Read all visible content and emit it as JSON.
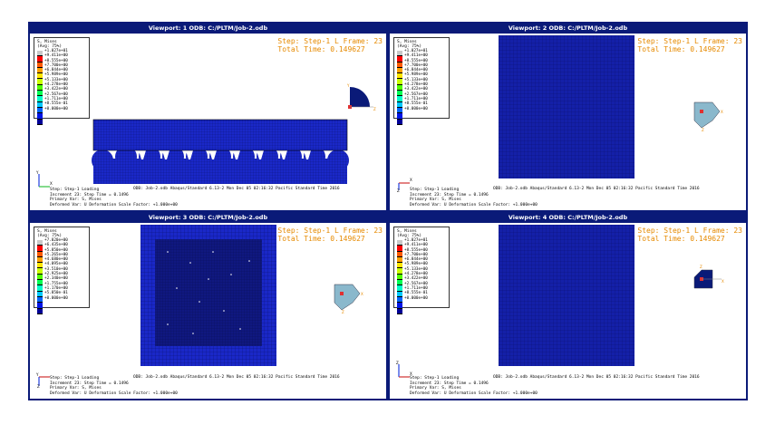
{
  "viewports": [
    {
      "title": "Viewport: 1    ODB: C:/PLTM/Job-2.odb",
      "step_line": "Step: Step-1 L Frame: 23",
      "time_line": "Total Time: 0.149627",
      "legend_title": [
        "S, Mises",
        "(Avg: 75%)"
      ],
      "legend_values": [
        "+1.027e+01",
        "+9.411e+00",
        "+8.555e+00",
        "+7.700e+00",
        "+6.844e+00",
        "+5.989e+00",
        "+5.133e+00",
        "+4.278e+00",
        "+3.422e+00",
        "+2.567e+00",
        "+1.711e+00",
        "+8.555e-01",
        "+0.000e+00"
      ],
      "odb_line": "ODB: Job-2.odb    Abaqus/Standard 6.13-2    Mon Dec 05 02:16:32 Pacific Standard Time 2016",
      "footer_lines": [
        "Step: Step-1 Loading",
        "Increment    23: Step Time =    0.1496",
        "Primary Var: S, Mises",
        "Deformed Var: U   Deformation Scale Factor: +1.000e+00"
      ],
      "triad_axes": [
        "Y",
        "Z",
        "X"
      ],
      "orient_axes": [
        "Y",
        "Z"
      ]
    },
    {
      "title": "Viewport: 2    ODB: C:/PLTM/Job-2.odb",
      "step_line": "Step: Step-1 L Frame: 23",
      "time_line": "Total Time: 0.149627",
      "legend_title": [
        "S, Mises",
        "(Avg: 75%)"
      ],
      "legend_values": [
        "+1.027e+01",
        "+9.411e+00",
        "+8.555e+00",
        "+7.700e+00",
        "+6.844e+00",
        "+5.989e+00",
        "+5.133e+00",
        "+4.278e+00",
        "+3.422e+00",
        "+2.567e+00",
        "+1.711e+00",
        "+8.555e-01",
        "+0.000e+00"
      ],
      "odb_line": "ODB: Job-2.odb    Abaqus/Standard 6.13-2    Mon Dec 05 02:16:32 Pacific Standard Time 2016",
      "footer_lines": [
        "Step: Step-1 Loading",
        "Increment    23: Step Time =    0.1496",
        "Primary Var: S, Mises",
        "Deformed Var: U   Deformation Scale Factor: +1.000e+00"
      ],
      "triad_axes": [
        "X",
        "Z",
        "Y"
      ],
      "orient_axes": [
        "X",
        "Z"
      ]
    },
    {
      "title": "Viewport: 3    ODB: C:/PLTM/Job-2.odb",
      "step_line": "Step: Step-1 L Frame: 23",
      "time_line": "Total Time: 0.149627",
      "legend_title": [
        "S, Mises",
        "(Avg: 75%)"
      ],
      "legend_values": [
        "+7.020e+00",
        "+6.435e+00",
        "+5.850e+00",
        "+5.265e+00",
        "+4.680e+00",
        "+4.095e+00",
        "+3.510e+00",
        "+2.925e+00",
        "+2.340e+00",
        "+1.755e+00",
        "+1.170e+00",
        "+5.850e-01",
        "+0.000e+00"
      ],
      "odb_line": "ODB: Job-2.odb    Abaqus/Standard 6.13-2    Mon Dec 05 02:16:32 Pacific Standard Time 2016",
      "footer_lines": [
        "Step: Step-1 Loading",
        "Increment    23: Step Time =    0.1496",
        "Primary Var: S, Mises",
        "Deformed Var: U   Deformation Scale Factor: +1.000e+00"
      ],
      "triad_axes": [
        "Y",
        "X",
        "Z"
      ],
      "orient_axes": [
        "X",
        "Z"
      ]
    },
    {
      "title": "Viewport: 4    ODB: C:/PLTM/Job-2.odb",
      "step_line": "Step: Step-1 L Frame: 23",
      "time_line": "Total Time: 0.149627",
      "legend_title": [
        "S, Mises",
        "(Avg: 75%)"
      ],
      "legend_values": [
        "+1.027e+01",
        "+9.411e+00",
        "+8.555e+00",
        "+7.700e+00",
        "+6.844e+00",
        "+5.989e+00",
        "+5.133e+00",
        "+4.278e+00",
        "+3.422e+00",
        "+2.567e+00",
        "+1.711e+00",
        "+8.555e-01",
        "+0.000e+00"
      ],
      "odb_line": "ODB: Job-2.odb    Abaqus/Standard 6.13-2    Mon Dec 05 02:16:32 Pacific Standard Time 2016",
      "footer_lines": [
        "Step: Step-1 Loading",
        "Increment    23: Step Time =    0.1496",
        "Primary Var: S, Mises",
        "Deformed Var: U   Deformation Scale Factor: +1.000e+00"
      ],
      "triad_axes": [
        "Z",
        "X",
        "Y"
      ],
      "orient_axes": [
        "Z",
        "X"
      ]
    }
  ],
  "legend_colors": [
    "#c8c8c8",
    "#ff0000",
    "#ff5a00",
    "#ffa000",
    "#ffe600",
    "#c8ff00",
    "#50ff00",
    "#00ff50",
    "#00ffc8",
    "#00c8ff",
    "#0064ff",
    "#0014e6",
    "#000096"
  ],
  "colors": {
    "frame": "#0a1a78",
    "mesh_blue": "#1a28c8",
    "step_text": "#e68a00"
  }
}
